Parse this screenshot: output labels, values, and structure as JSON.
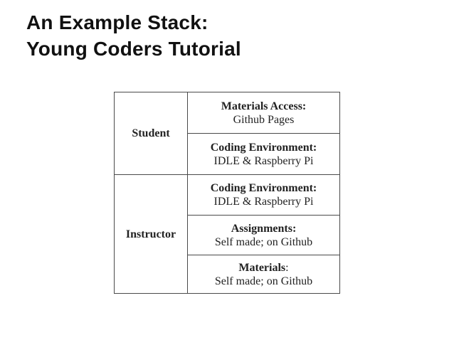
{
  "title": {
    "line1": "An Example Stack:",
    "line2": "Young Coders Tutorial"
  },
  "table": {
    "rows": [
      {
        "label": "Student",
        "cells": [
          {
            "heading": "Materials Access:",
            "suffix": "",
            "value": "Github Pages"
          },
          {
            "heading": "Coding Environment:",
            "suffix": "",
            "value": "IDLE & Raspberry Pi"
          }
        ]
      },
      {
        "label": "Instructor",
        "cells": [
          {
            "heading": "Coding Environment:",
            "suffix": "",
            "value": "IDLE & Raspberry Pi"
          },
          {
            "heading": "Assignments:",
            "suffix": "",
            "value": "Self made; on Github"
          },
          {
            "heading": "Materials",
            "suffix": ":",
            "value": "Self made; on Github"
          }
        ]
      }
    ]
  },
  "colors": {
    "background": "#ffffff",
    "text": "#111111",
    "table_text": "#222222",
    "border": "#4a4a4a"
  }
}
